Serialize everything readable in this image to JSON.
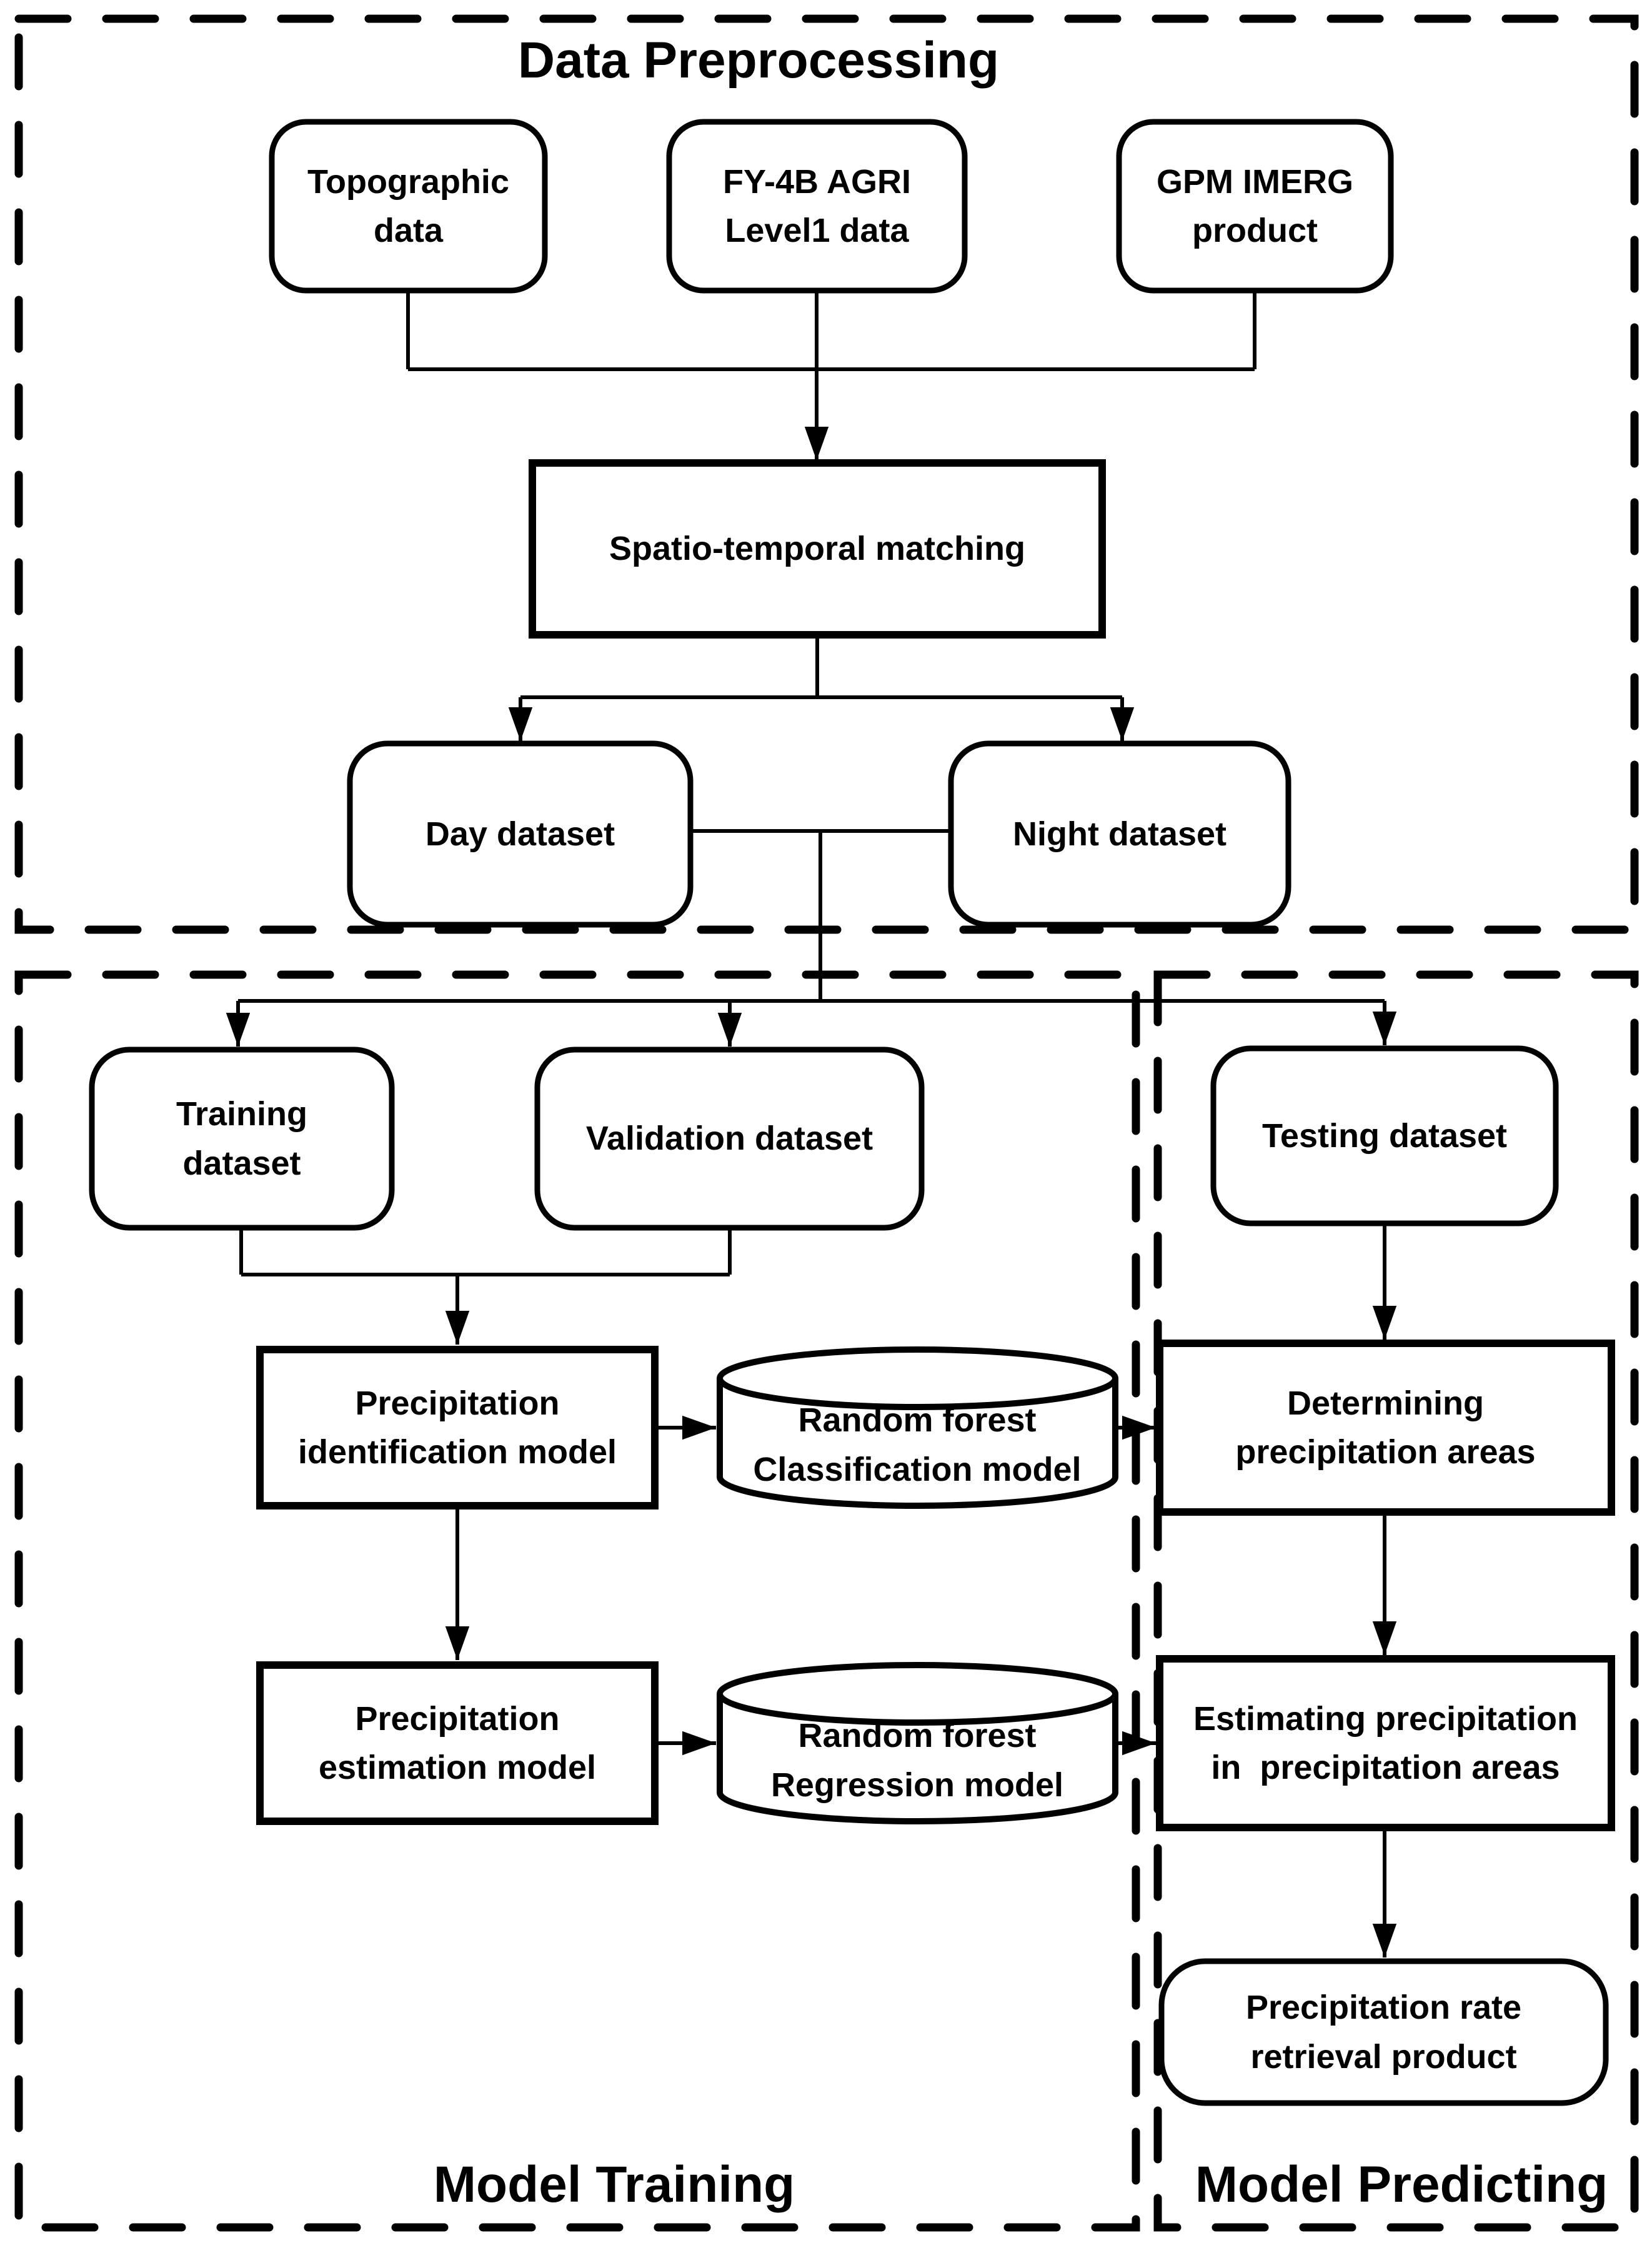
{
  "diagram": {
    "colors": {
      "ink": "#000000",
      "background": "#ffffff"
    },
    "sections": {
      "preprocessing": {
        "title": "Data Preprocessing"
      },
      "training": {
        "title": "Model Training"
      },
      "predicting": {
        "title": "Model Predicting"
      }
    },
    "nodes": {
      "topographic": {
        "label": "Topographic\ndata",
        "shape": "rounded"
      },
      "fy4b": {
        "label": "FY-4B AGRI\nLevel1 data",
        "shape": "rounded"
      },
      "gpm": {
        "label": "GPM IMERG\nproduct",
        "shape": "rounded"
      },
      "spatio": {
        "label": "Spatio-temporal matching",
        "shape": "rect"
      },
      "day": {
        "label": "Day dataset",
        "shape": "rounded"
      },
      "night": {
        "label": "Night dataset",
        "shape": "rounded"
      },
      "training_ds": {
        "label": "Training\ndataset",
        "shape": "rounded"
      },
      "validation_ds": {
        "label": "Validation dataset",
        "shape": "rounded"
      },
      "testing_ds": {
        "label": "Testing dataset",
        "shape": "rounded"
      },
      "identification": {
        "label": "Precipitation\nidentification model",
        "shape": "rect"
      },
      "classification": {
        "label": "Random forest\nClassification model",
        "shape": "cylinder"
      },
      "estimation": {
        "label": "Precipitation\nestimation model",
        "shape": "rect"
      },
      "regression": {
        "label": "Random forest\nRegression model",
        "shape": "cylinder"
      },
      "determining": {
        "label": "Determining\nprecipitation areas",
        "shape": "rect"
      },
      "estimating": {
        "label": "Estimating precipitation\nin  precipitation areas",
        "shape": "rect"
      },
      "product": {
        "label": "Precipitation rate\nretrieval product",
        "shape": "rounded"
      }
    }
  }
}
